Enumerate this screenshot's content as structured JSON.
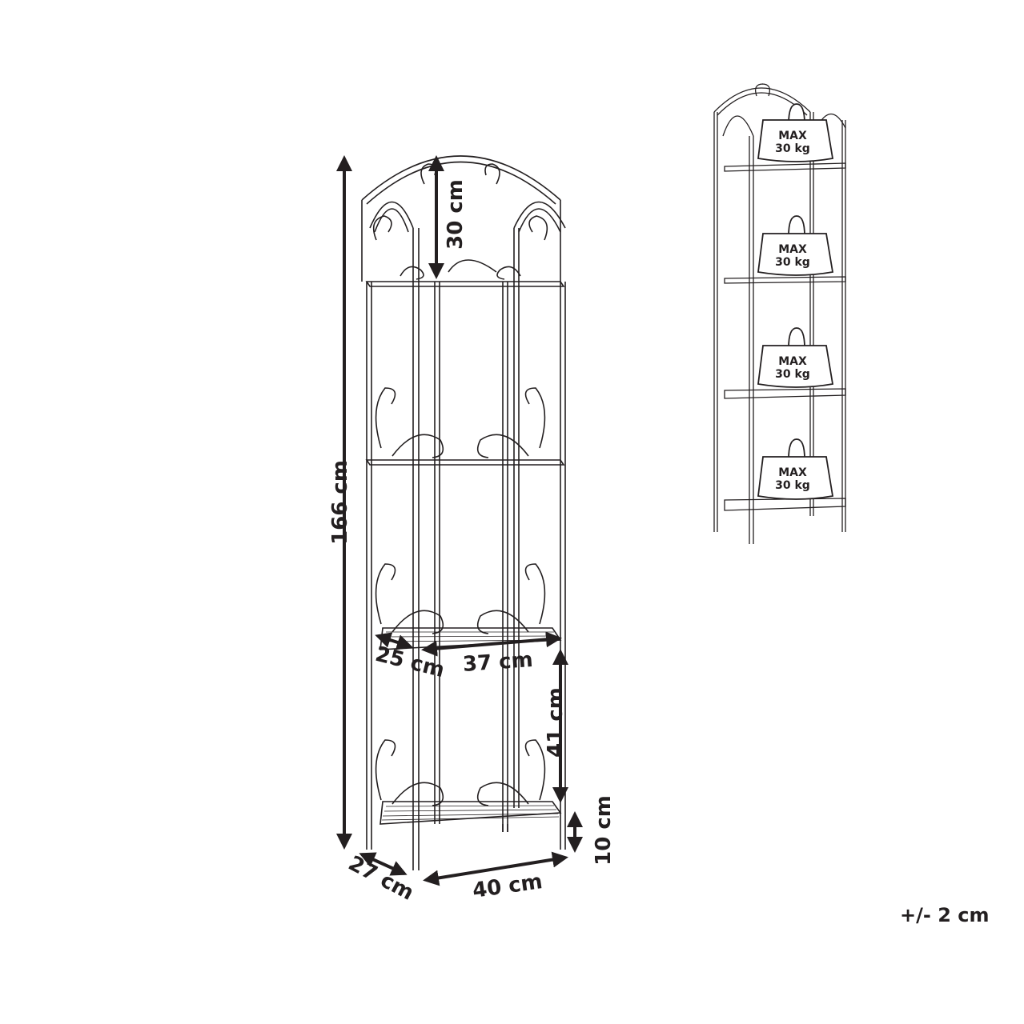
{
  "diagram": {
    "type": "product-dimension-drawing",
    "subject": "4-tier metal shelf",
    "colors": {
      "line": "#231f20",
      "background": "#ffffff"
    },
    "dimensions": {
      "total_height": "166 cm",
      "top_arch_height": "30 cm",
      "shelf_depth": "25 cm",
      "shelf_width": "37 cm",
      "shelf_spacing": "41 cm",
      "leg_height": "10 cm",
      "overall_depth": "27 cm",
      "overall_width": "40 cm"
    },
    "load_capacity": {
      "shelves": [
        {
          "line1": "MAX",
          "line2": "30 kg"
        },
        {
          "line1": "MAX",
          "line2": "30 kg"
        },
        {
          "line1": "MAX",
          "line2": "30 kg"
        },
        {
          "line1": "MAX",
          "line2": "30 kg"
        }
      ]
    },
    "tolerance": "+/- 2 cm"
  }
}
